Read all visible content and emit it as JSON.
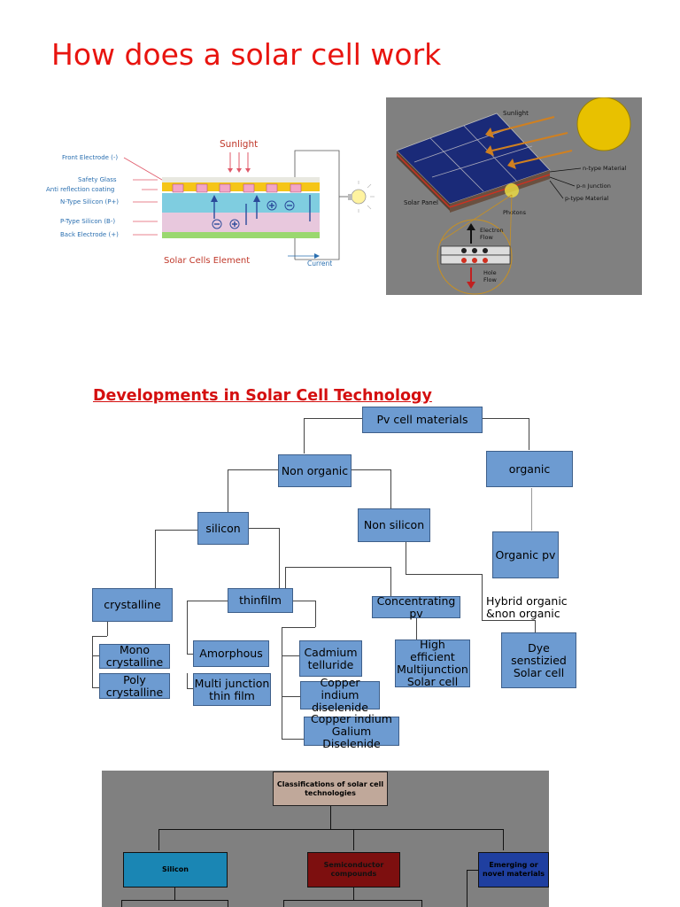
{
  "page": {
    "title": "How does a solar  cell work",
    "subtitle": "Developments in Solar Cell Technology"
  },
  "cell_diagram": {
    "sunlight": "Sunlight",
    "labels": [
      "Front Electrode (-)",
      "Safety Glass",
      "Anti reflection coating",
      "N-Type Silicon (P+)",
      "P-Type Silicon (B-)",
      "Back Electrode (+)"
    ],
    "caption": "Solar Cells Element",
    "current": "Current"
  },
  "panel_diagram": {
    "sunlight": "Sunlight",
    "n_type": "n-type Material",
    "pn_junction": "p-n Junction",
    "p_type": "p-type Material",
    "solar_panel": "Solar Panel",
    "photons": "Photons",
    "electron_flow": "Electron\nFlow",
    "hole_flow": "Hole\nFlow"
  },
  "tree": {
    "pv": "Pv cell materials",
    "non_organic": "Non organic",
    "organic": "organic",
    "silicon": "silicon",
    "non_silicon": "Non silicon",
    "organic_pv": "Organic pv",
    "crystalline": "crystalline",
    "thinfilm": "thinfilm",
    "concentrating": "Concentrating pv",
    "hybrid": "Hybrid organic\n&non organic",
    "mono": "Mono\ncrystalline",
    "poly": "Poly\ncrystalline",
    "amorphous": "Amorphous",
    "multi_junction": "Multi junction\nthin film",
    "cadmium": "Cadmium\ntelluride",
    "copper_di": "Copper indium\ndiselenide",
    "copper_gal": "Copper indium\nGalium Diselenide",
    "high_eff": "High efficient\nMultijunction\nSolar cell",
    "dye": "Dye senstizied\nSolar cell"
  },
  "classification": {
    "root": "Classifications of solar cell\ntechnologies",
    "silicon": "Silicon",
    "semiconductor": "Semiconductor\ncompounds",
    "emerging": "Emerging or\nnovel materials"
  },
  "colors": {
    "title": "#e8140f",
    "box_fill": "#6d9bd1",
    "gray_bg": "#808080"
  }
}
